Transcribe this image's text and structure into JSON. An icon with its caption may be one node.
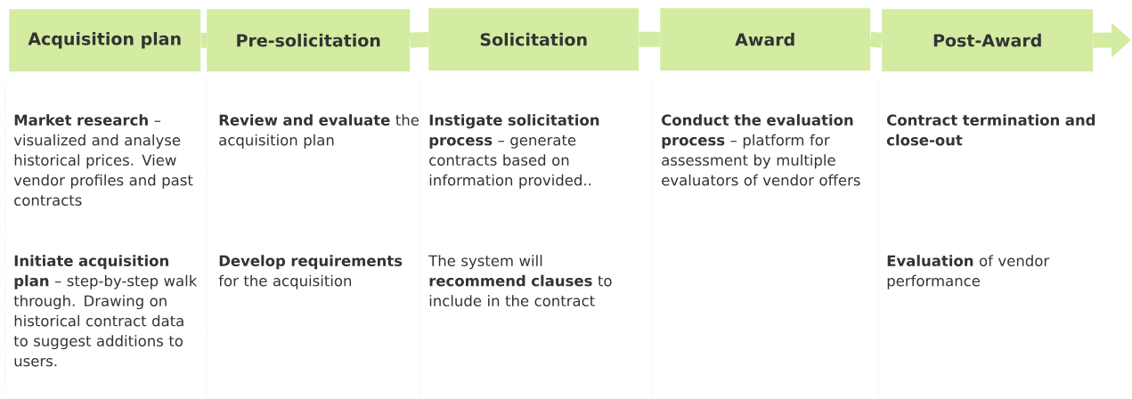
{
  "diagram": {
    "nodes": [
      {
        "text": [
          "Acquisition plan"
        ]
      },
      {
        "text": [
          "Pre-solicitation"
        ]
      },
      {
        "text": [
          "Solicitation"
        ]
      },
      {
        "text": [
          "Award"
        ]
      },
      {
        "text": [
          "Post-Award"
        ]
      }
    ],
    "edges": [
      {
        "from": 0,
        "to": 1,
        "arrow": "none"
      },
      {
        "from": 1,
        "to": 2,
        "arrow": "none"
      },
      {
        "from": 2,
        "to": 3,
        "arrow": "none"
      },
      {
        "from": 3,
        "to": 4,
        "arrow": "none"
      },
      {
        "from": 4,
        "to": null,
        "arrow": "to"
      }
    ],
    "labels": [
      "**Market research** – visualized and analyse historical prices. View vendor profiles and past contracts",
      "**Review and evaluate** the acquisition plan",
      "**Instigate solicitation process** – generate contracts based on information provided..",
      "**Conduct the evaluation process** – platform for assessment by multiple evaluators of vendor offers",
      "**Contract termination and close-out**",
      "**Initiate acquisition plan** – step-by-step walk through. Drawing on historical contract data to suggest additions to users.",
      "**Develop requirements** for the acquisition",
      "The system will **recommend clauses** to include in the contract",
      "**Evaluation** of vendor performance"
    ]
  }
}
